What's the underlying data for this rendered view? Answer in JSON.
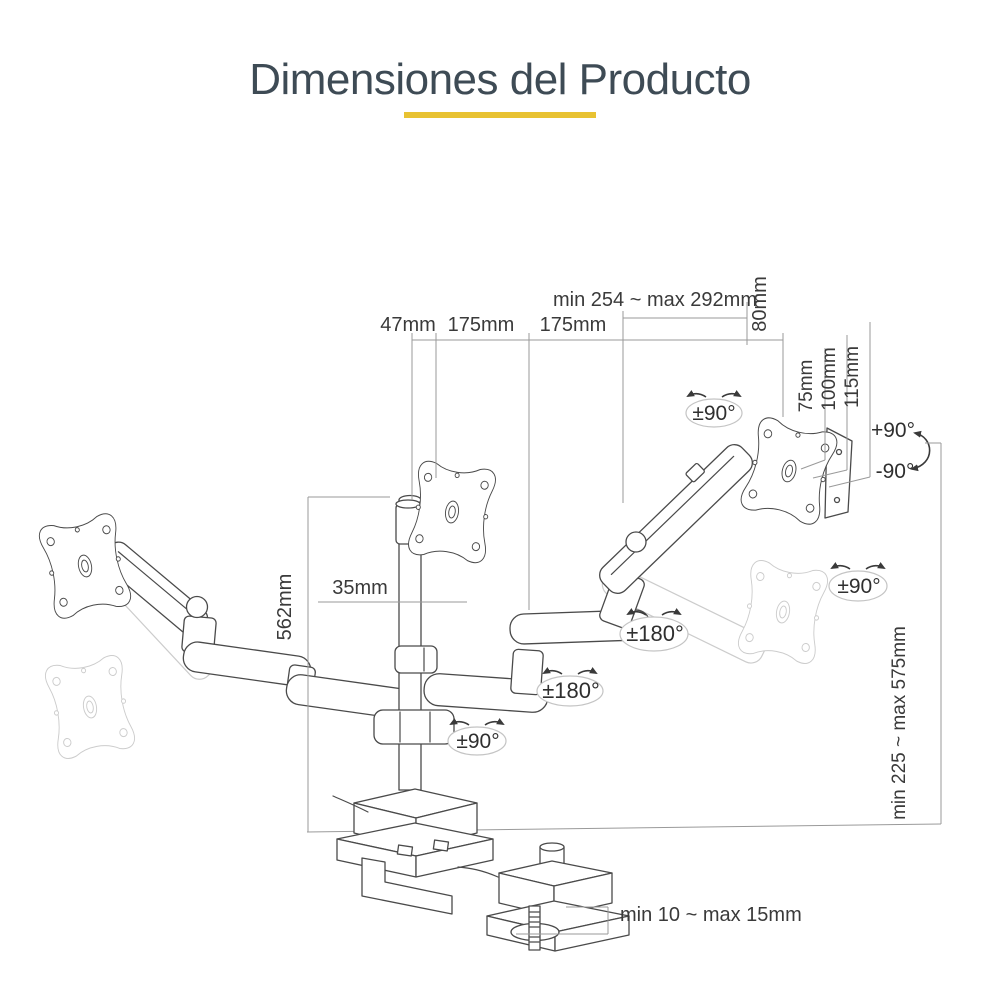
{
  "header": {
    "title": "Dimensiones del Producto",
    "accent_color": "#e8c232",
    "title_color": "#3e4b55"
  },
  "figure": {
    "subject": "triple-monitor-desk-mount-arm-line-drawing",
    "line_color": "#4a4a4a",
    "dimension_line_color": "#9a9a9a",
    "ghost_color": "#cccccc",
    "dimensions": {
      "pole_offset": "47mm",
      "arm_segment_1": "175mm",
      "arm_segment_2": "175mm",
      "spring_arm_range": "min 254 ~ max 292mm",
      "head_depth": "80mm",
      "vesa_75": "75mm",
      "vesa_100": "100mm",
      "plate_width": "115mm",
      "tilt_up": "+90°",
      "tilt_down": "-90°",
      "pole_height": "562mm",
      "pole_diameter": "35mm",
      "height_range": "min 225 ~ max 575mm",
      "clamp_thickness": "min 10 ~ max 15mm"
    },
    "rotations": {
      "top_vesa": "±90°",
      "upper_arm": "±180°",
      "lower_arm": "±180°",
      "pole_swivel": "±90°",
      "right_vesa": "±90°"
    }
  }
}
